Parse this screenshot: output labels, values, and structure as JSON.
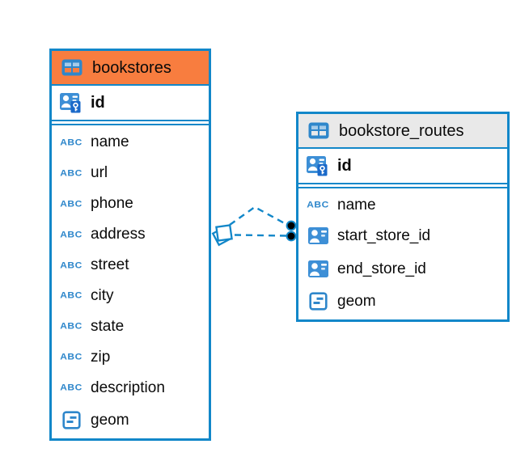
{
  "colors": {
    "accent": "#1287c9",
    "orange": "#f87d3f",
    "grayhdr": "#e9e9e9",
    "iconblue": "#3d8fd6",
    "iconframe": "#2f87cb",
    "iconlight": "#a5cbe9",
    "keybadge": "#1a69c9",
    "text": "#0a0a0a",
    "bg": "#ffffff"
  },
  "icons": {
    "text_label": "ABC"
  },
  "tables": [
    {
      "title": "bookstores",
      "header_color": "orange",
      "keys": [
        {
          "label": "id",
          "icon": "person-key-icon"
        }
      ],
      "columns": [
        {
          "label": "name",
          "icon": "text-type-icon"
        },
        {
          "label": "url",
          "icon": "text-type-icon"
        },
        {
          "label": "phone",
          "icon": "text-type-icon"
        },
        {
          "label": "address",
          "icon": "text-type-icon"
        },
        {
          "label": "street",
          "icon": "text-type-icon"
        },
        {
          "label": "city",
          "icon": "text-type-icon"
        },
        {
          "label": "state",
          "icon": "text-type-icon"
        },
        {
          "label": "zip",
          "icon": "text-type-icon"
        },
        {
          "label": "description",
          "icon": "text-type-icon"
        },
        {
          "label": "geom",
          "icon": "geometry-type-icon"
        }
      ]
    },
    {
      "title": "bookstore_routes",
      "header_color": "gray",
      "keys": [
        {
          "label": "id",
          "icon": "person-key-icon"
        }
      ],
      "columns": [
        {
          "label": "name",
          "icon": "text-type-icon"
        },
        {
          "label": "start_store_id",
          "icon": "person-ref-icon"
        },
        {
          "label": "end_store_id",
          "icon": "person-ref-icon"
        },
        {
          "label": "geom",
          "icon": "geometry-type-icon"
        }
      ]
    }
  ],
  "relationships": [
    {
      "from_table": "bookstores",
      "to_table": "bookstore_routes",
      "line_style": "dashed",
      "from_marker": "diamond",
      "to_marker": "dot"
    },
    {
      "from_table": "bookstores",
      "to_table": "bookstore_routes",
      "line_style": "dashed",
      "from_marker": "diamond",
      "to_marker": "dot"
    }
  ]
}
